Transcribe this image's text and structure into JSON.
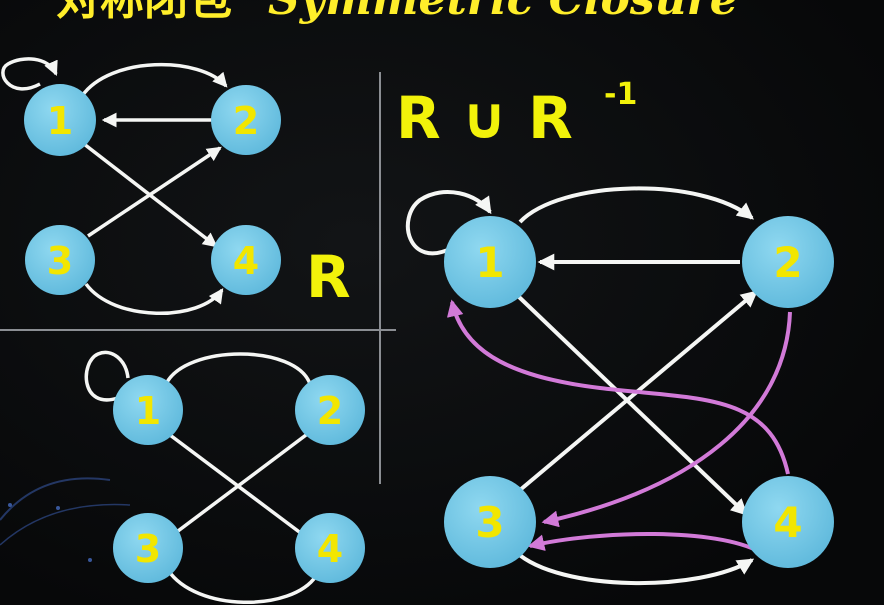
{
  "slide": {
    "title_fragment": "Symmetric Closure"
  },
  "panels": {
    "relation_r": {
      "label": "R",
      "nodes": [
        "1",
        "2",
        "3",
        "4"
      ]
    },
    "undirected": {
      "nodes": [
        "1",
        "2",
        "3",
        "4"
      ]
    },
    "union": {
      "label_left": "R ∪ R",
      "label_sup": "-1",
      "nodes": [
        "1",
        "2",
        "3",
        "4"
      ]
    }
  },
  "colors": {
    "background": "#0a0b0d",
    "node_fill": "#6fc7e6",
    "node_label": "#f2e600",
    "edge": "#f5f6f4",
    "inverse_edge": "#d27ad8",
    "divider": "#8b8e93",
    "title": "#ffee2a"
  }
}
